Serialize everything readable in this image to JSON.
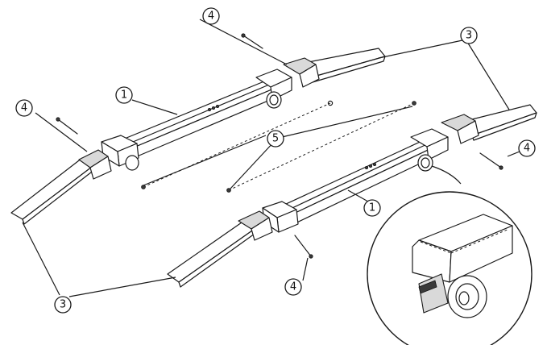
{
  "callouts": {
    "base": "1",
    "leg": "3",
    "screw": "4",
    "wire": "5"
  },
  "icons": {
    "caster_detail": "caster-wheel-detail"
  }
}
